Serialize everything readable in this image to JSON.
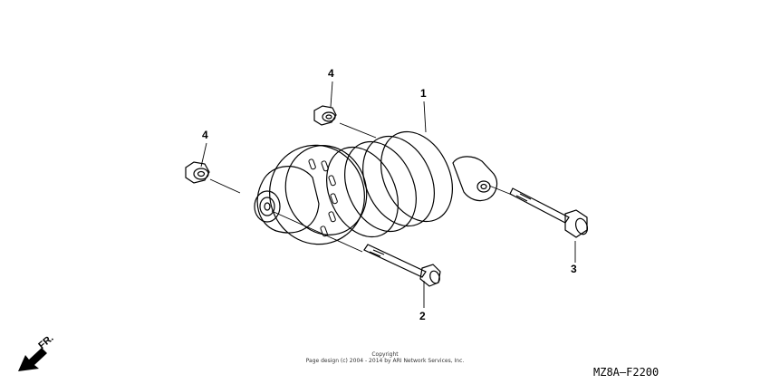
{
  "callouts": {
    "part_1": "1",
    "part_2": "2",
    "part_3": "3",
    "part_4_upper": "4",
    "part_4_left": "4"
  },
  "footer": {
    "copyright_line1": "Copyright",
    "copyright_line2": "Page design (c) 2004 - 2014 by ARI Network Services, Inc.",
    "diagram_code": "MZ8A—F2200"
  },
  "direction": {
    "label": "FR."
  },
  "colors": {
    "line": "#000000",
    "background": "#ffffff"
  }
}
